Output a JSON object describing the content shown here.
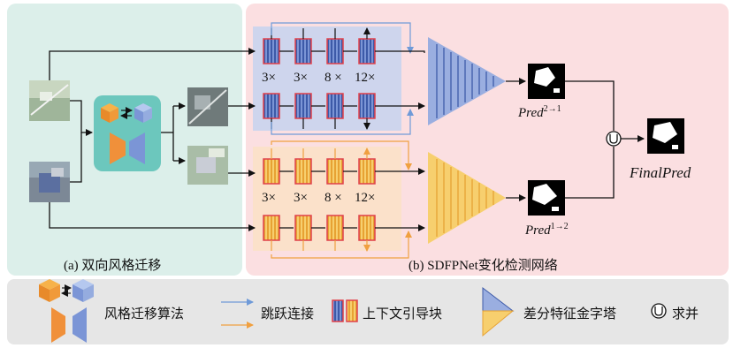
{
  "panels": {
    "a_caption": "(a) 双向风格迁移",
    "b_caption": "(b) SDFPNet变化检测网络"
  },
  "multipliers_top": [
    "3×",
    "3×",
    "8 ×",
    "12×"
  ],
  "multipliers_bottom": [
    "3×",
    "3×",
    "8 ×",
    "12×"
  ],
  "outputs": {
    "pred_top": "Pred",
    "pred_top_sup": "2→1",
    "pred_bottom": "Pred",
    "pred_bottom_sup": "1→2",
    "final": "FinalPred"
  },
  "legend": {
    "style_transfer": "风格迁移算法",
    "skip_connection": "跳跃连接",
    "context_block": "上下文引导块",
    "diff_pyramid": "差分特征金字塔",
    "union": "求并"
  },
  "colors": {
    "panel_a_bg": "#dcefea",
    "panel_b_bg": "#fbdfe1",
    "legend_bg": "#e6e6e6",
    "blue_region": "#c9d4ee",
    "orange_region": "#fbe0c8",
    "blue_accent": "#6f86c8",
    "orange_accent": "#f0a040",
    "block_border": "#e0404a",
    "style_box": "#6cc7bd"
  }
}
